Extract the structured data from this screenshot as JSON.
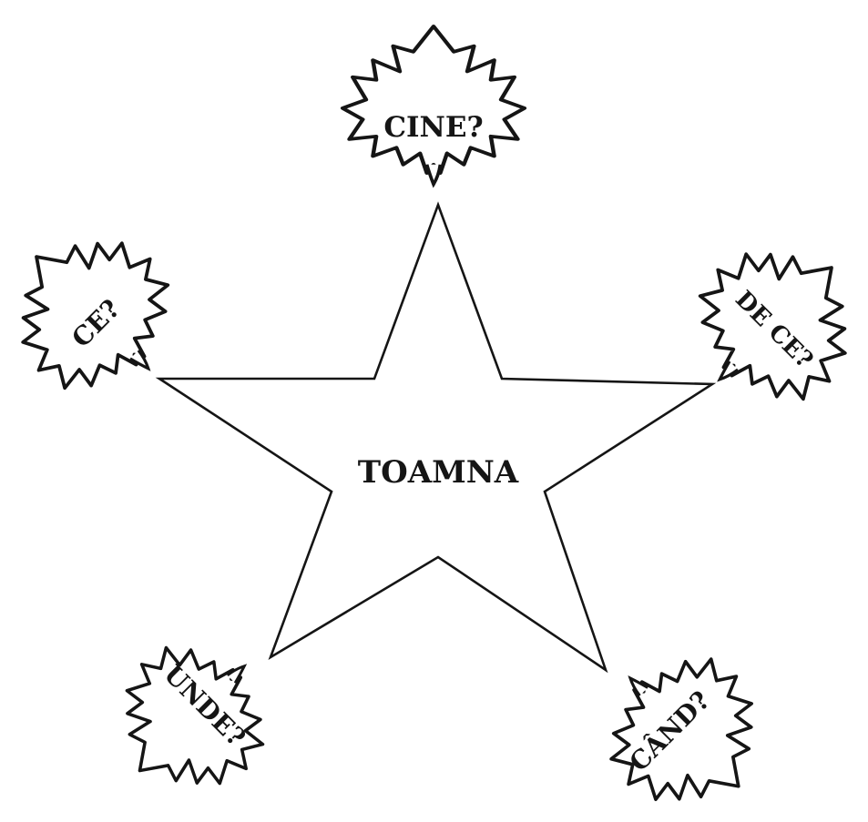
{
  "diagram": {
    "center_label": "TOAMNA",
    "leaves": [
      {
        "id": "top",
        "label": "CINE?"
      },
      {
        "id": "left",
        "label": "CE?"
      },
      {
        "id": "right",
        "label": "DE CE?"
      },
      {
        "id": "bottom-left",
        "label": "UNDE?"
      },
      {
        "id": "bottom-right",
        "label": "CÂND?"
      }
    ],
    "colors": {
      "stroke": "#151515",
      "fill": "#ffffff"
    }
  }
}
